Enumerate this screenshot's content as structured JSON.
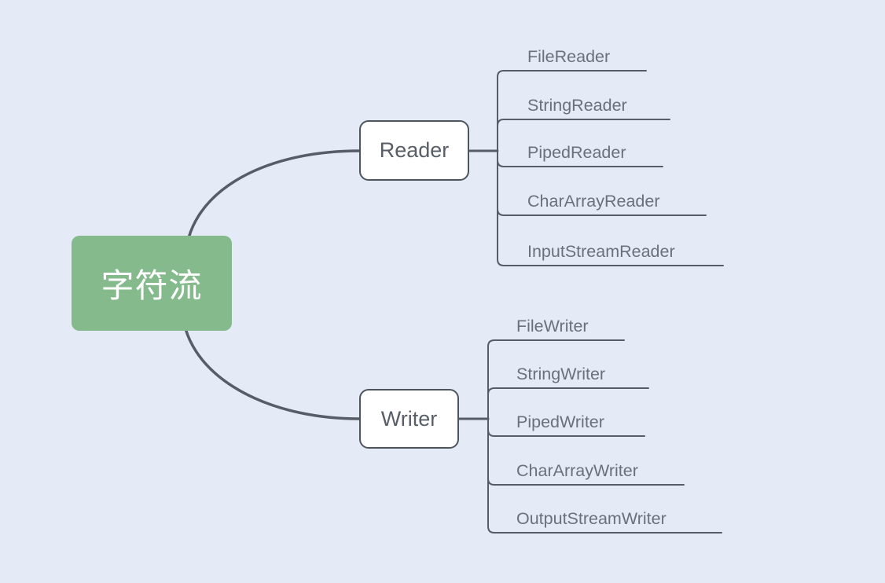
{
  "root": {
    "label": "字符流"
  },
  "branches": [
    {
      "label": "Reader",
      "children": [
        "FileReader",
        "StringReader",
        "PipedReader",
        "CharArrayReader",
        "InputStreamReader"
      ]
    },
    {
      "label": "Writer",
      "children": [
        "FileWriter",
        "StringWriter",
        "PipedWriter",
        "CharArrayWriter",
        "OutputStreamWriter"
      ]
    }
  ],
  "colors": {
    "background": "#e4eaf6",
    "line": "#565d66",
    "node_border": "#4e555e",
    "node_text": "#575e67",
    "child_text": "#6a717a",
    "root_bg": "#85ba8d",
    "root_text": "#ffffff"
  }
}
